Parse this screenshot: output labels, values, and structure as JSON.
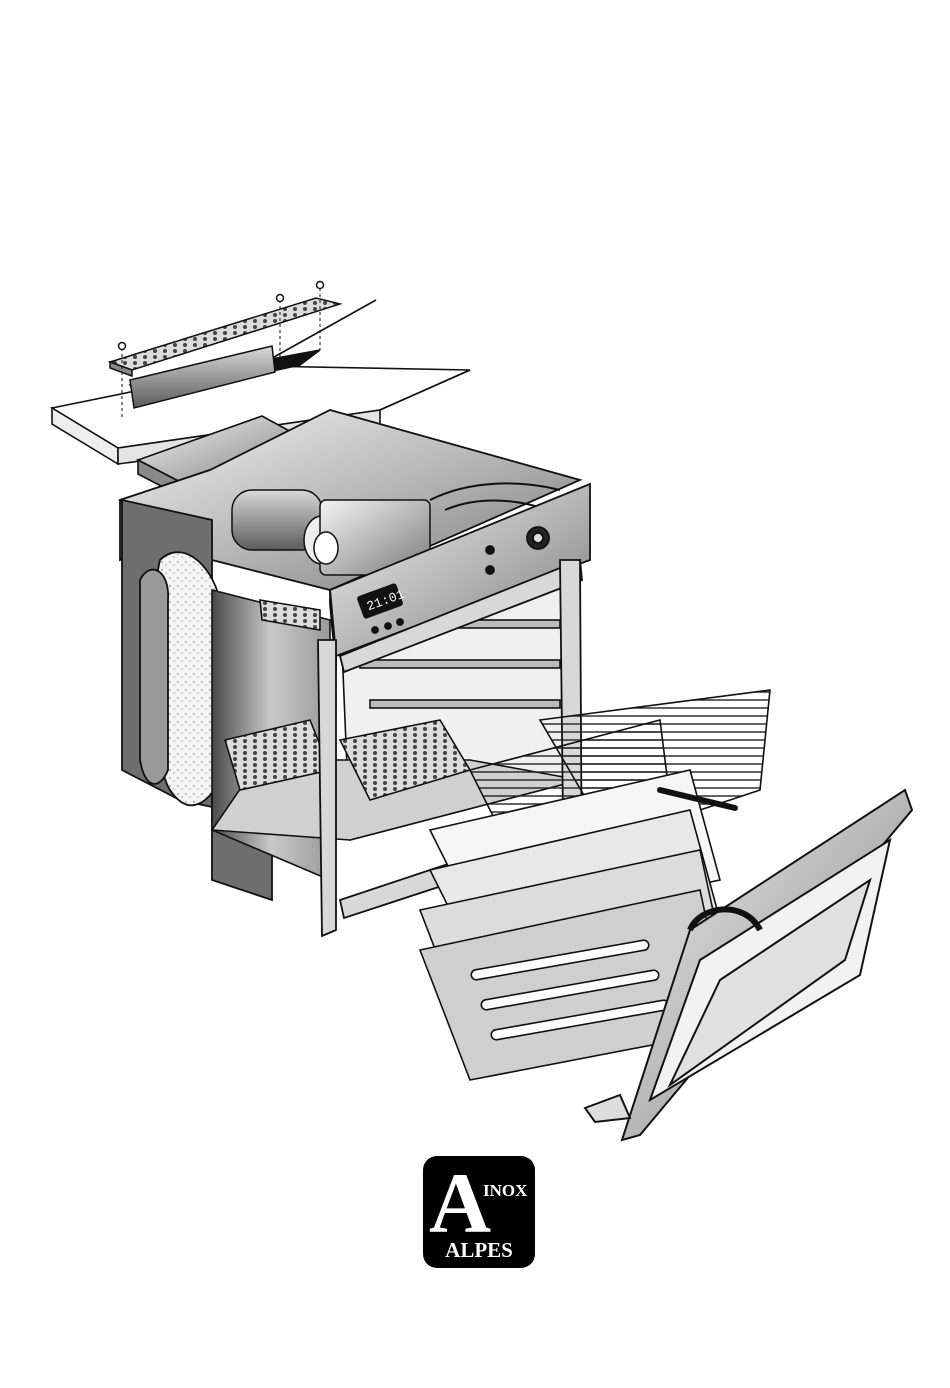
{
  "figure": {
    "subject": "oven-exploded-view",
    "display_time": "21:01"
  },
  "logo": {
    "letter": "A",
    "word_top": "INOX",
    "word_bottom": "ALPES",
    "colors": {
      "background": "#000000",
      "foreground": "#ffffff"
    }
  },
  "colors": {
    "line": "#111111",
    "steel_light": "#e6e6e6",
    "steel_mid": "#b4b4b4",
    "steel_dark": "#6e6e6e",
    "insulation": "#f2f2f2"
  }
}
